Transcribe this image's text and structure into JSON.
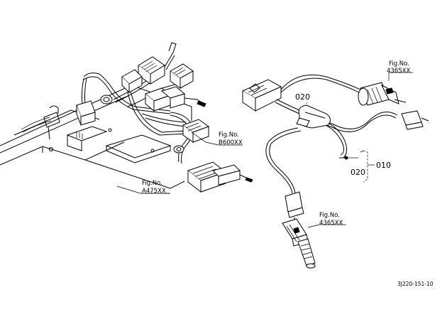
{
  "callouts": {
    "fig_top_right": {
      "line1": "Fig.No.",
      "line2": "4365XX"
    },
    "fig_middle": {
      "line1": "Fig.No.",
      "line2": "B600XX"
    },
    "fig_left": {
      "line1": "Fig.No.",
      "line2": "A475XX"
    },
    "fig_bottom": {
      "line1": "Fig.No.",
      "line2": "4365XX"
    }
  },
  "part_numbers": {
    "p020_upper": "020",
    "p020_lower": "020",
    "p010": "010"
  },
  "drawing_code": "3J220-151-10"
}
